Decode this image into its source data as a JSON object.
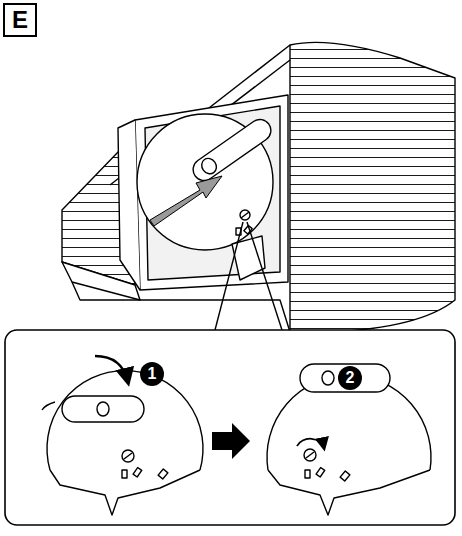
{
  "diagram": {
    "nodes": [
      {
        "text": [
          "E"
        ]
      }
    ],
    "labels": [
      "1",
      "2"
    ]
  }
}
